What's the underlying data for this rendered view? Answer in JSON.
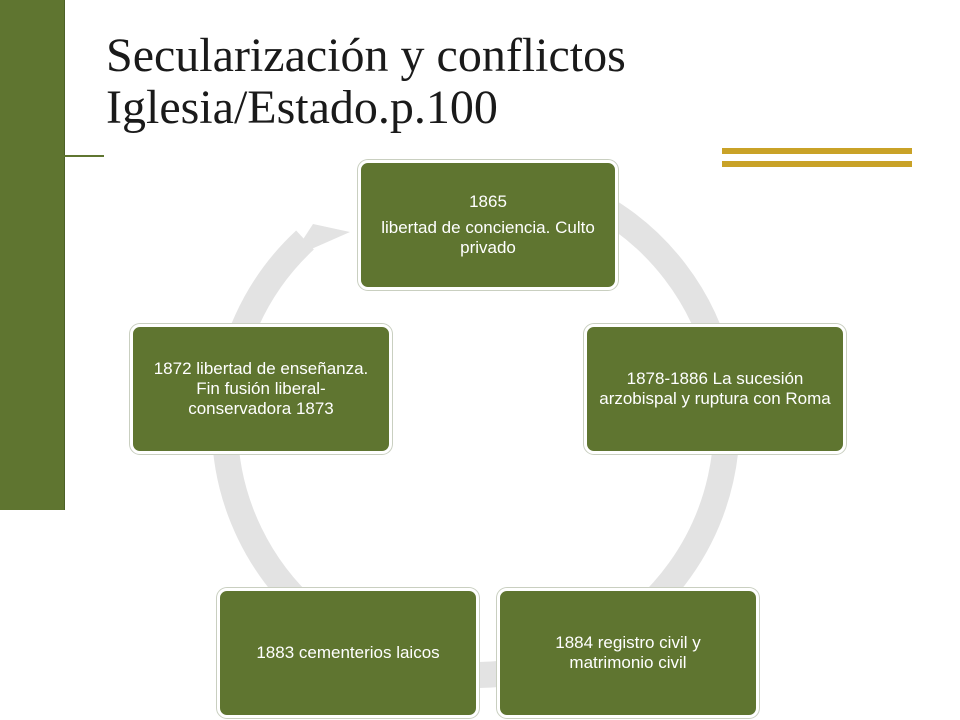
{
  "slide": {
    "title_line1": "Secularización y conflictos",
    "title_line2": "Iglesia/Estado.p.100"
  },
  "cycle": {
    "nodes": [
      {
        "year": "1865",
        "text": "libertad de conciencia. Culto privado"
      },
      {
        "text": "1878-1886 La sucesión arzobispal y ruptura con Roma"
      },
      {
        "text": "1884 registro civil y matrimonio civil"
      },
      {
        "text": "1883 cementerios laicos"
      },
      {
        "text": "1872 libertad de enseñanza. Fin fusión liberal-conservadora 1873"
      }
    ]
  },
  "colors": {
    "accent_green": "#5f7530",
    "gold": "#c9a227",
    "ring_gray": "#e3e3e3"
  }
}
